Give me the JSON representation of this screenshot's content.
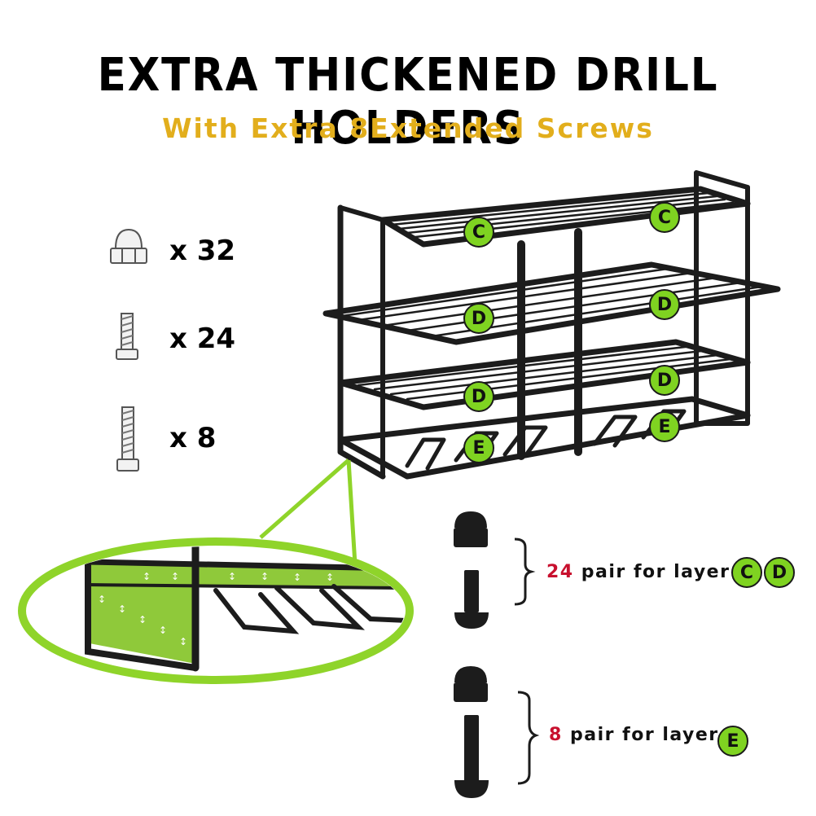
{
  "header": {
    "title": "EXTRA THICKENED DRILL HOLDERS",
    "subtitle": "With Extra 8Extended Screws"
  },
  "hardware_counts": [
    {
      "icon": "cap-nut-icon",
      "label": "x 32"
    },
    {
      "icon": "short-screw-icon",
      "label": "x 24"
    },
    {
      "icon": "long-screw-icon",
      "label": "x 8"
    }
  ],
  "rack_layers": {
    "top": [
      "C",
      "C"
    ],
    "second": [
      "D",
      "D"
    ],
    "third": [
      "D",
      "D"
    ],
    "bottom": [
      "E",
      "E"
    ]
  },
  "pairs": [
    {
      "number": "24",
      "text": "pair for layer",
      "layers": [
        "C",
        "D"
      ]
    },
    {
      "number": "8",
      "text": "pair for layer",
      "layers": [
        "E"
      ]
    }
  ],
  "colors": {
    "accent_green": "#7fd321",
    "subtitle_gold": "#e2ae1c",
    "number_red": "#c8102e",
    "metal_black": "#1c1c1c"
  }
}
